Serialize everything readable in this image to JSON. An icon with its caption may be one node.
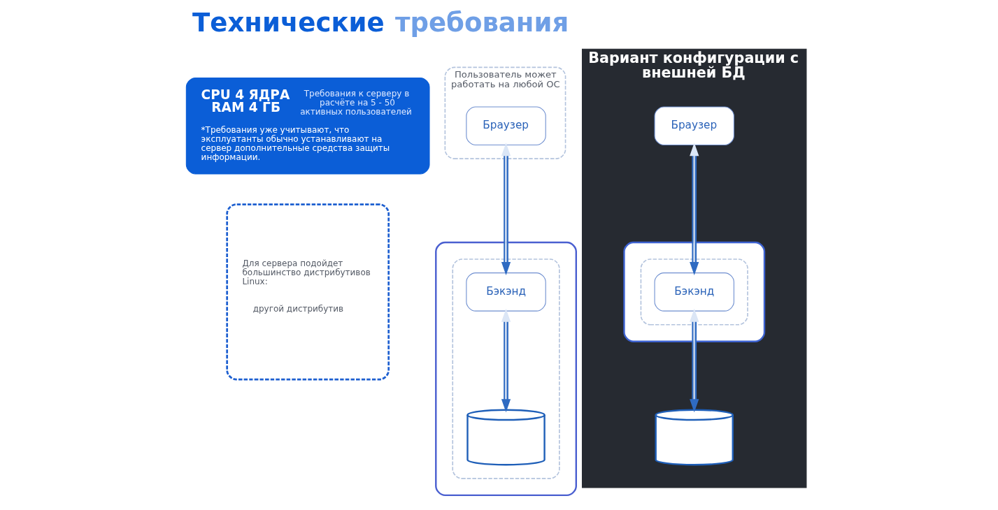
{
  "diagram": {
    "title": "Технические требования",
    "nodes": [
      {
        "text": [
          "CPU 4 ЯДРА RAM 4 ГБ",
          "Требования к серверу в расчёте на 5 - 50 активных пользователей",
          "*Требования уже учитывают, что эксплуатанты обычно устанавливают на сервер дополнительные средства защиты информации."
        ]
      },
      {
        "text": [
          "Для сервера подойдет большинство дистрибутивов Linux:",
          "другой дистрибутив"
        ]
      },
      {
        "text": [
          "Пользователь может работать на любой ОС"
        ]
      },
      {
        "text": [
          "Браузер"
        ],
        "in": 2
      },
      {
        "text": [],
        "shape": "box"
      },
      {
        "text": [],
        "shape": "box",
        "in": 4
      },
      {
        "text": [
          "Бэкэнд"
        ],
        "in": 5
      },
      {
        "text": [],
        "shape": "cylinder",
        "in": 5
      },
      {
        "text": [
          "Вариант конфигурации с внешней БД"
        ]
      },
      {
        "text": [
          "Браузер"
        ],
        "in": 8
      },
      {
        "text": [],
        "shape": "box",
        "in": 8
      },
      {
        "text": [],
        "shape": "box",
        "in": 10
      },
      {
        "text": [
          "Бэкэнд"
        ],
        "in": 11
      },
      {
        "text": [],
        "shape": "cylinder",
        "in": 8
      }
    ],
    "edges": [
      {
        "from": 3,
        "to": 6,
        "arrow": "both"
      },
      {
        "from": 6,
        "to": 7,
        "arrow": "both"
      },
      {
        "from": 9,
        "to": 12,
        "arrow": "both"
      },
      {
        "from": 12,
        "to": 13,
        "arrow": "both"
      }
    ]
  }
}
